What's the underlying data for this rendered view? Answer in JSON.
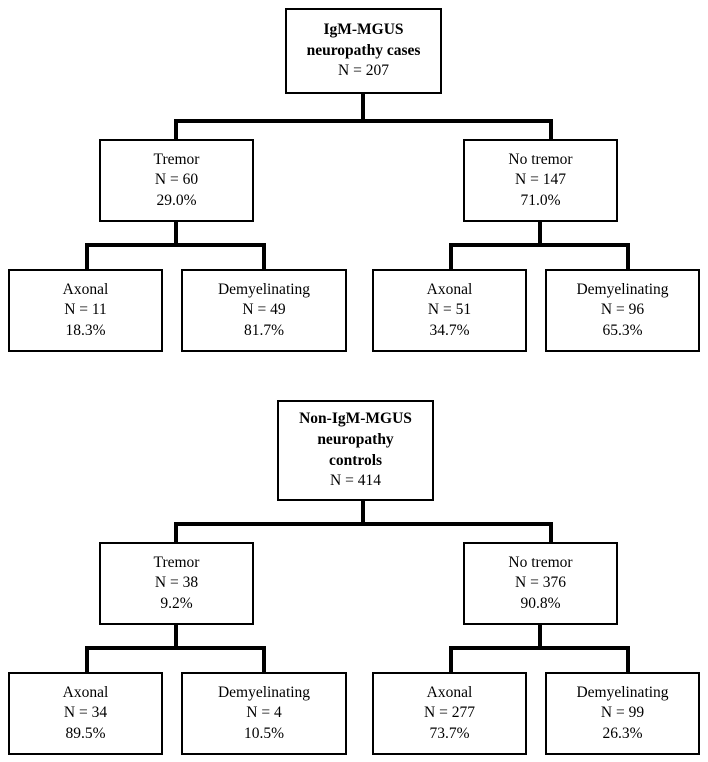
{
  "figure": {
    "type": "flowchart",
    "orientation": "top-down",
    "trees": [
      {
        "id": "igm-mgus",
        "root": {
          "title_lines": [
            "IgM-MGUS",
            "neuropathy cases"
          ],
          "n_label": "N = 207"
        },
        "level2": [
          {
            "label": "Tremor",
            "n_label": "N = 60",
            "pct_label": "29.0%"
          },
          {
            "label": "No tremor",
            "n_label": "N = 147",
            "pct_label": "71.0%"
          }
        ],
        "level3": [
          {
            "label": "Axonal",
            "n_label": "N = 11",
            "pct_label": "18.3%"
          },
          {
            "label": "Demyelinating",
            "n_label": "N = 49",
            "pct_label": "81.7%"
          },
          {
            "label": "Axonal",
            "n_label": "N = 51",
            "pct_label": "34.7%"
          },
          {
            "label": "Demyelinating",
            "n_label": "N = 96",
            "pct_label": "65.3%"
          }
        ]
      },
      {
        "id": "non-igm-mgus",
        "root": {
          "title_lines": [
            "Non-IgM-MGUS",
            "neuropathy",
            "controls"
          ],
          "n_label": "N = 414"
        },
        "level2": [
          {
            "label": "Tremor",
            "n_label": "N = 38",
            "pct_label": "9.2%"
          },
          {
            "label": "No tremor",
            "n_label": "N = 376",
            "pct_label": "90.8%"
          }
        ],
        "level3": [
          {
            "label": "Axonal",
            "n_label": "N = 34",
            "pct_label": "89.5%"
          },
          {
            "label": "Demyelinating",
            "n_label": "N = 4",
            "pct_label": "10.5%"
          },
          {
            "label": "Axonal",
            "n_label": "N = 277",
            "pct_label": "73.7%"
          },
          {
            "label": "Demyelinating",
            "n_label": "N = 99",
            "pct_label": "26.3%"
          }
        ]
      }
    ],
    "colors": {
      "box_border": "#000000",
      "connector": "#000000",
      "text": "#000000",
      "background": "#ffffff"
    }
  }
}
